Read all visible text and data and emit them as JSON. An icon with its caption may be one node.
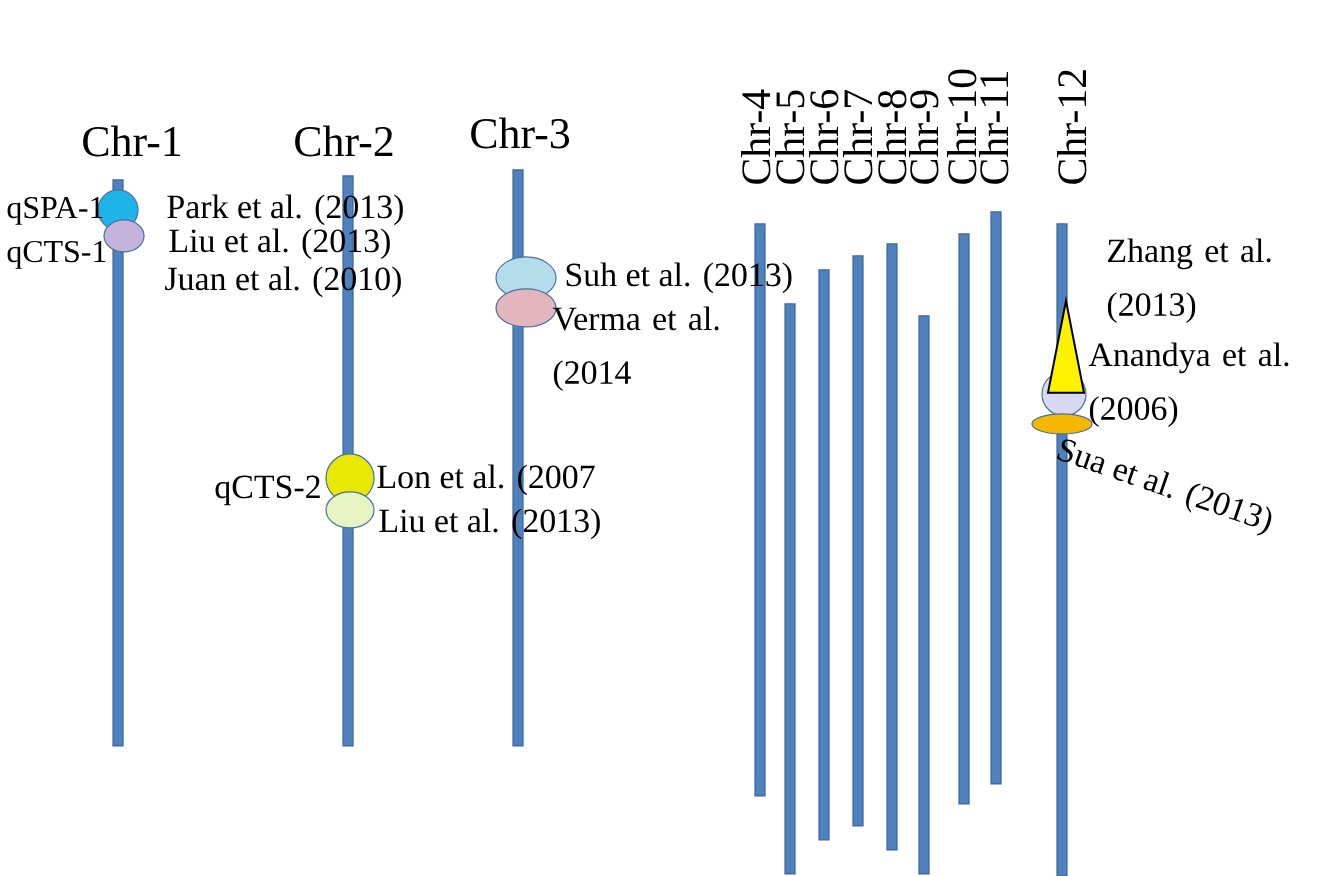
{
  "diagram": {
    "nodes": [
      {
        "text": [],
        "shape": "bar"
      },
      {
        "text": [],
        "shape": "bar"
      },
      {
        "text": [],
        "shape": "bar"
      },
      {
        "text": [],
        "shape": "bar"
      },
      {
        "text": [],
        "shape": "bar"
      },
      {
        "text": [],
        "shape": "bar"
      },
      {
        "text": [],
        "shape": "bar"
      },
      {
        "text": [],
        "shape": "bar"
      },
      {
        "text": [],
        "shape": "bar"
      },
      {
        "text": [],
        "shape": "bar"
      },
      {
        "text": [],
        "shape": "bar"
      },
      {
        "text": [],
        "shape": "bar"
      },
      {
        "text": [],
        "shape": "circle",
        "beside": [
          "qSPA-1"
        ]
      },
      {
        "text": [],
        "shape": "ellipse",
        "beside": [
          "qCTS-1"
        ]
      },
      {
        "text": [],
        "shape": "circle",
        "beside": [
          "qCTS-2",
          "Lon et al. (2007"
        ]
      },
      {
        "text": [],
        "shape": "ellipse",
        "beside": [
          "Liu et al. (2013)"
        ]
      },
      {
        "text": [],
        "shape": "ellipse",
        "beside": [
          "Suh et al. (2013)"
        ]
      },
      {
        "text": [],
        "shape": "ellipse",
        "beside": [
          "Verma et al. (2014"
        ]
      },
      {
        "text": [],
        "shape": "triangle",
        "beside": [
          "Zhang et al. (2013)"
        ]
      },
      {
        "text": [],
        "shape": "circle",
        "beside": [
          "Anandya et al. (2006)"
        ]
      },
      {
        "text": [],
        "shape": "ellipse",
        "beside": [
          "Sua et al. (2013)"
        ]
      }
    ],
    "labels": [
      "Chr-1",
      "Chr-2",
      "Chr-3",
      "Chr-4",
      "Chr-5",
      "Chr-6",
      "Chr-7",
      "Chr-8",
      "Chr-9",
      "Chr-10",
      "Chr-11",
      "Chr-12",
      "Park et al. (2013)",
      "Liu et al. (2013)",
      "Juan et al. (2010)"
    ]
  }
}
